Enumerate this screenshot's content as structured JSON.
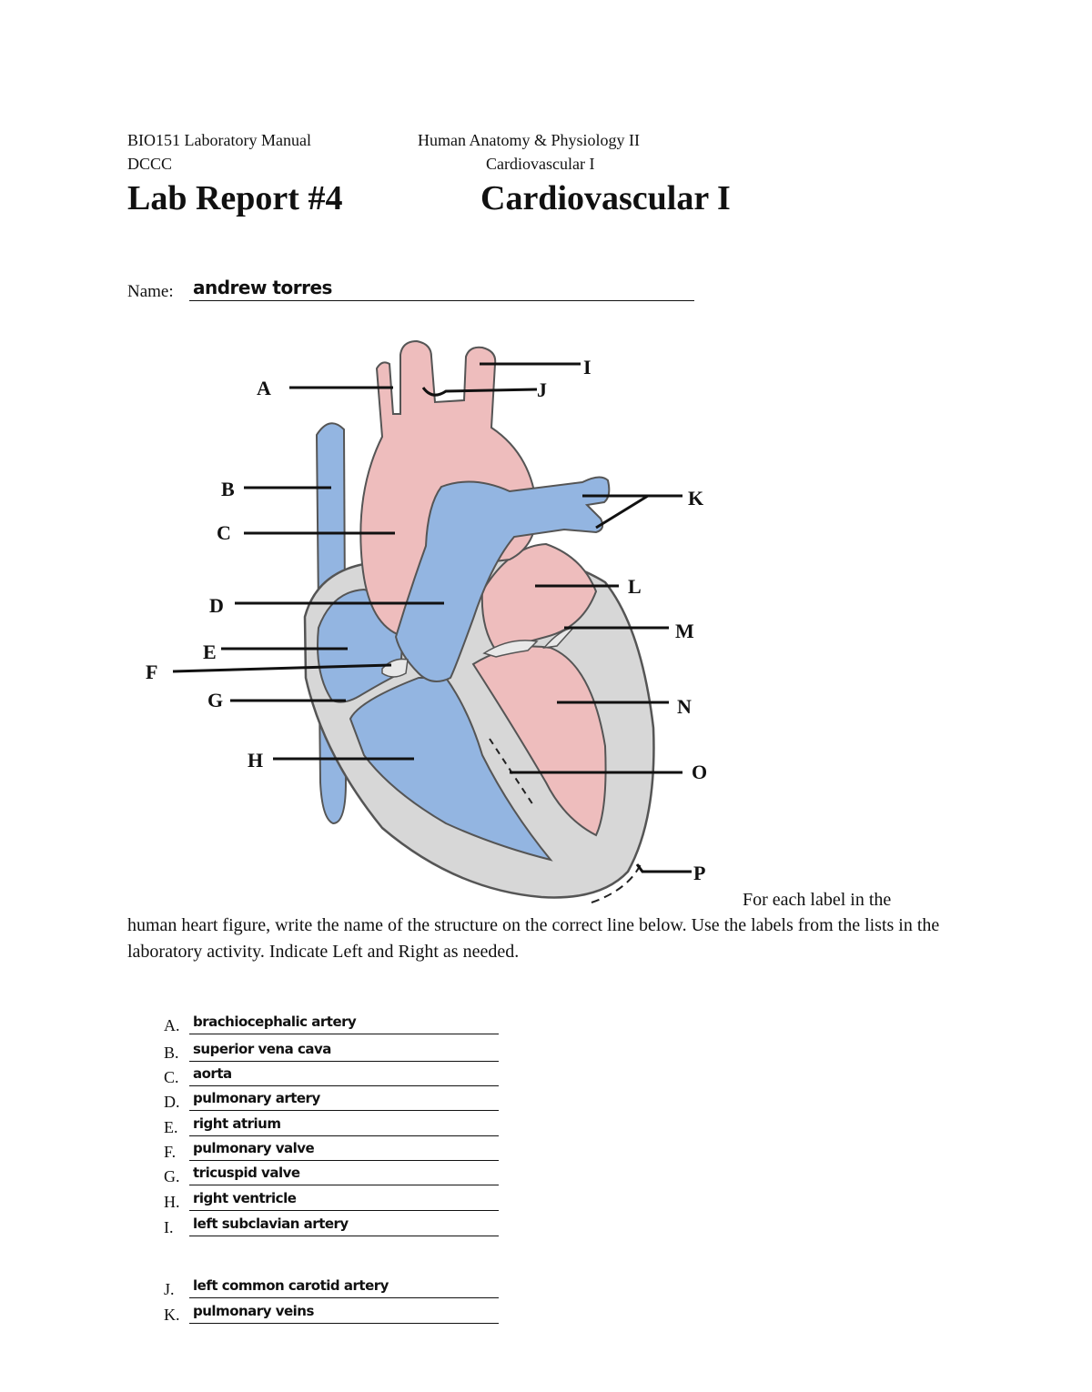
{
  "header": {
    "left_line1": "BIO151 Laboratory Manual",
    "right_line1": "Human Anatomy & Physiology II",
    "left_line2": "DCCC",
    "right_line2": "Cardiovascular I"
  },
  "title": {
    "left": "Lab Report  #4",
    "right": "Cardiovascular I"
  },
  "name": {
    "label": "Name:",
    "value": "andrew torres"
  },
  "diagram": {
    "labels": [
      "A",
      "B",
      "C",
      "D",
      "E",
      "F",
      "G",
      "H",
      "I",
      "J",
      "K",
      "L",
      "M",
      "N",
      "O",
      "P"
    ],
    "colors": {
      "blue": "#93b5e1",
      "red": "#eebdbd",
      "gray": "#d7d7d7",
      "outline": "#555555"
    }
  },
  "instructions": {
    "part1": "For each label in the",
    "part2": "human heart figure, write the name of the structure on the correct line below. Use the labels from the lists in the laboratory activity. Indicate Left and Right as needed."
  },
  "answers": [
    {
      "label": "A.",
      "value": "brachiocephalic artery"
    },
    {
      "label": "B.",
      "value": "superior vena cava"
    },
    {
      "label": "C.",
      "value": "aorta"
    },
    {
      "label": "D.",
      "value": "pulmonary artery"
    },
    {
      "label": "E.",
      "value": "right atrium"
    },
    {
      "label": "F.",
      "value": "pulmonary valve"
    },
    {
      "label": "G.",
      "value": "tricuspid valve"
    },
    {
      "label": "H.",
      "value": "right ventricle"
    },
    {
      "label": "I.",
      "value": "left subclavian artery"
    },
    {
      "label": "J.",
      "value": "left common carotid artery"
    },
    {
      "label": "K.",
      "value": "pulmonary veins"
    }
  ]
}
